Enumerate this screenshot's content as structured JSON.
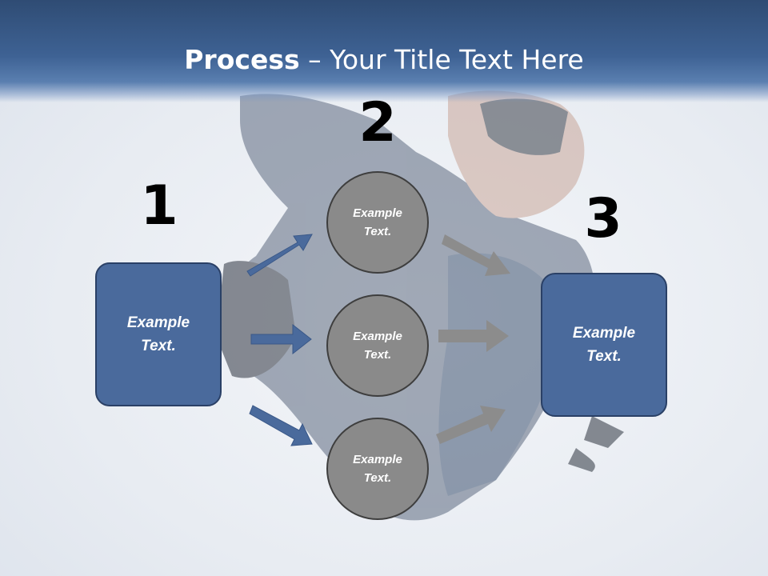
{
  "title": {
    "bold": "Process",
    "rest": " – Your Title Text Here"
  },
  "numbers": [
    "1",
    "2",
    "3"
  ],
  "left_box": {
    "text": "Example\nText."
  },
  "right_box": {
    "text": "Example\nText."
  },
  "circles": [
    {
      "text": "Example\nText."
    },
    {
      "text": "Example\nText."
    },
    {
      "text": "Example\nText."
    }
  ],
  "colors": {
    "blue_shape": "#4a6a9c",
    "grey_shape": "#8a8a8a",
    "blue_arrow": "#4a6a9c",
    "grey_arrow": "#8c8c8c"
  }
}
